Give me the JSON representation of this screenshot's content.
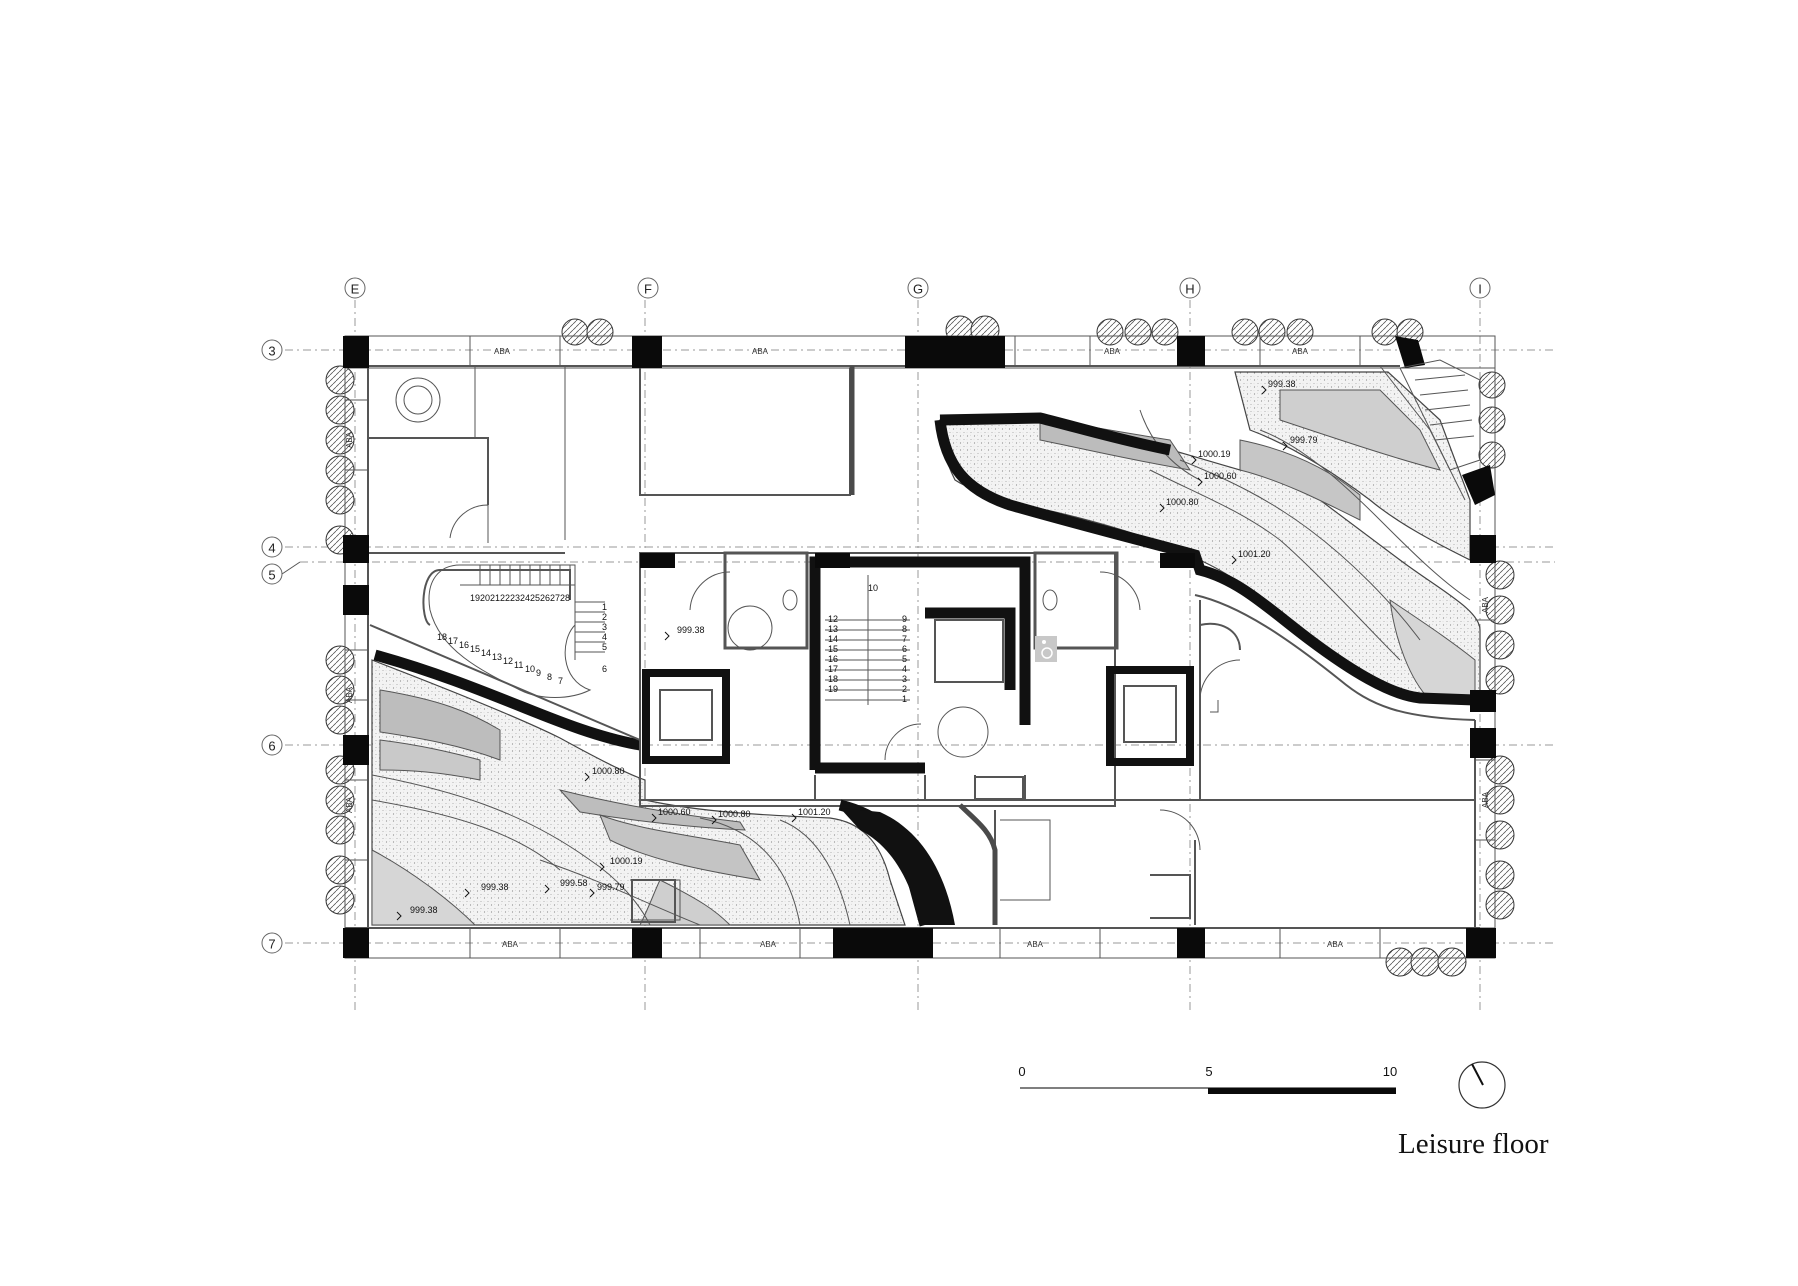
{
  "title": "Leisure floor",
  "grid": {
    "columns": [
      "E",
      "F",
      "G",
      "H",
      "I"
    ],
    "rows": [
      "3",
      "4",
      "5",
      "6",
      "7"
    ]
  },
  "facade_label": "ABA",
  "levels": {
    "n999_38": "999.38",
    "n999_58": "999.58",
    "n999_79": "999.79",
    "n1000_19": "1000.19",
    "n1000_60": "1000.60",
    "n1000_80": "1000.80",
    "n1001_20": "1001.20"
  },
  "stair_west": {
    "numbers_top": [
      "19",
      "20",
      "21",
      "22",
      "23",
      "24",
      "25",
      "26",
      "27",
      "28"
    ],
    "numbers_right": [
      "1",
      "2",
      "3",
      "4",
      "5",
      "6"
    ],
    "numbers_bottom": [
      "18",
      "17",
      "16",
      "15",
      "14",
      "13",
      "12",
      "11",
      "10",
      "9",
      "8",
      "7"
    ]
  },
  "stair_core": {
    "top": "10",
    "left": [
      "12",
      "13",
      "14",
      "15",
      "16",
      "17",
      "18",
      "19"
    ],
    "right": [
      "9",
      "8",
      "7",
      "6",
      "5",
      "4",
      "3",
      "2",
      "1"
    ]
  },
  "scale_bar": {
    "labels": [
      "0",
      "5",
      "10"
    ]
  },
  "colors": {
    "ink": "#111111",
    "terrace_dark": "#b8b8b8",
    "terrace_light": "#e2e2e2",
    "speckle": "#f2f2f2"
  },
  "icons": [
    "tree-icon",
    "north-arrow-icon",
    "wheelchair-icon",
    "ceiling-fan-icon",
    "toilet-icon"
  ]
}
